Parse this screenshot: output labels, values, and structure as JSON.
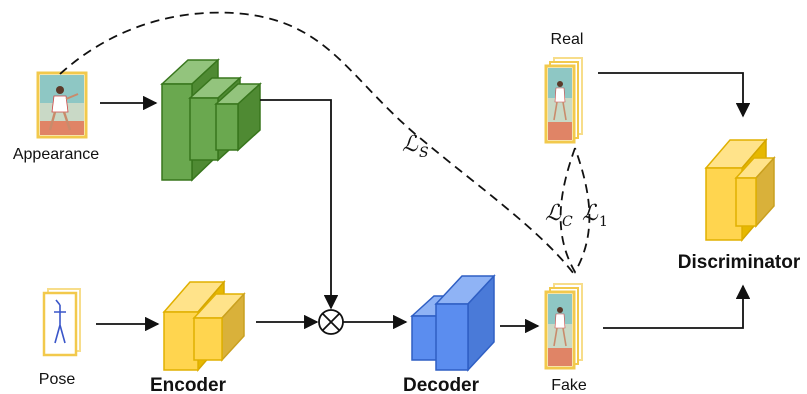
{
  "labels": {
    "appearance": "Appearance",
    "pose": "Pose",
    "encoder": "Encoder",
    "decoder": "Decoder",
    "discriminator": "Discriminator",
    "real": "Real",
    "fake": "Fake"
  },
  "losses": {
    "style": {
      "symbol": "ℒ",
      "subscript": "S"
    },
    "content": {
      "symbol": "ℒ",
      "subscript": "C"
    },
    "l1": {
      "symbol": "ℒ",
      "subscript": "1"
    }
  },
  "colors": {
    "appearance_encoder": "#6aa84f",
    "pose_encoder": "#ffd54f",
    "decoder": "#5b8def",
    "discriminator": "#ffd54f",
    "image_frame": "#f2c94c"
  }
}
